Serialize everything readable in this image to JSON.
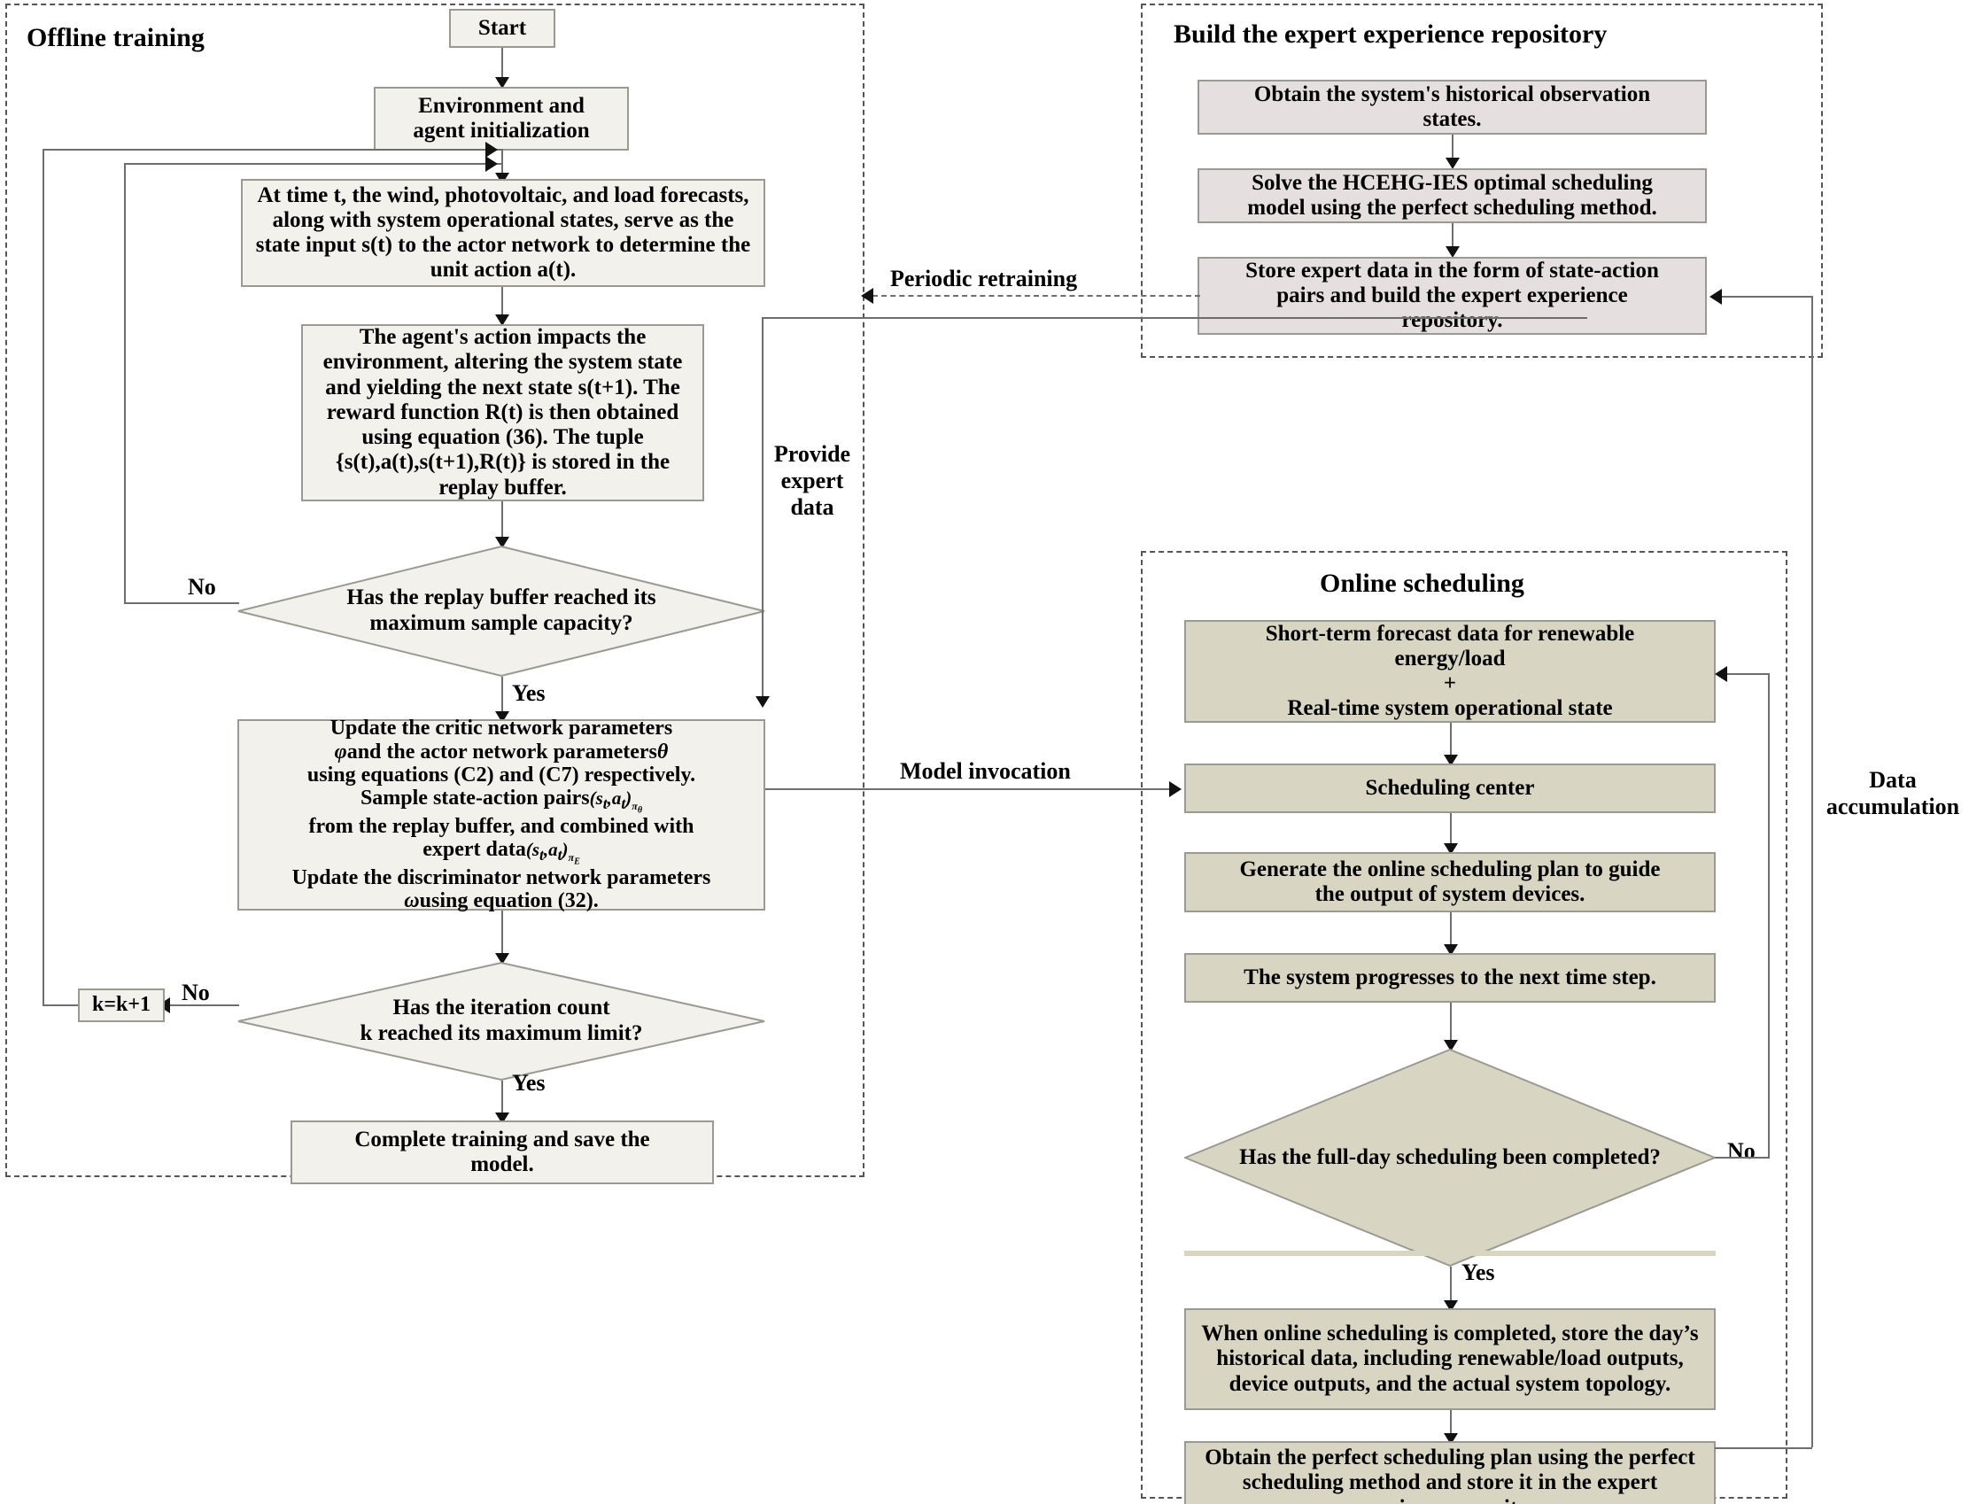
{
  "panels": {
    "offline": {
      "title": "Offline training"
    },
    "expert": {
      "title": "Build the expert experience repository"
    },
    "online": {
      "title": "Online scheduling"
    }
  },
  "offline_nodes": {
    "start": "Start",
    "init": "Environment and\nagent initialization",
    "state_input": "At time t, the wind, photovoltaic, and load forecasts, along with system operational states, serve as the state input s(t) to the actor network to determine the unit action a(t).",
    "agent_action": "The agent's action impacts the environment, altering the system state and yielding the next state s(t+1). The reward function R(t) is then obtained using equation (36). The tuple {s(t),a(t),s(t+1),R(t)} is stored in the replay buffer.",
    "decision_buffer": "Has the replay buffer reached its\nmaximum sample capacity?",
    "update_networks_l1": "Update the critic network parameters",
    "update_networks_l2": "and the actor network parameters",
    "update_networks_l3": "using equations (C2) and (C7) respectively.",
    "update_networks_l4": "Sample state-action pairs",
    "update_networks_l5": "from the replay buffer, and combined with",
    "update_networks_l6": "expert data",
    "update_networks_l7": "Update the discriminator network parameters",
    "update_networks_l8": "using equation (32).",
    "sym_phi": "φ",
    "sym_theta": "θ",
    "sym_omega": "ω",
    "pair_sa": "(s",
    "decision_iteration": "Has the iteration count\nk reached its maximum limit?",
    "k_increment": "k=k+1",
    "complete": "Complete training and save the\nmodel."
  },
  "expert_nodes": {
    "obtain_states": "Obtain the system's historical observation\nstates.",
    "solve_model": "Solve the HCEHG-IES optimal scheduling\nmodel using the perfect scheduling method.",
    "store_expert": "Store expert data in the form of state-action\npairs and build the expert experience\nrepository."
  },
  "online_nodes": {
    "forecast": "Short-term forecast data for renewable\nenergy/load\n+\nReal-time system operational state",
    "scheduling_center": "Scheduling center",
    "generate_plan": "Generate the online scheduling plan to guide\nthe output of system devices.",
    "next_step": "The system progresses to the next time step.",
    "decision_fullday": "Has the full-day scheduling been completed?",
    "store_day_data": "When online scheduling is completed, store the day’s historical data, including renewable/load outputs, device outputs, and the actual system topology.",
    "obtain_perfect_plan": "Obtain the perfect scheduling plan using the perfect scheduling method and store it in the expert experience repository."
  },
  "edge_labels": {
    "no_buffer": "No",
    "yes_buffer": "Yes",
    "no_iteration": "No",
    "yes_iteration": "Yes",
    "no_fullday": "No",
    "yes_fullday": "Yes",
    "periodic_retraining": "Periodic retraining",
    "provide_expert_data": "Provide\nexpert\ndata",
    "model_invocation": "Model invocation",
    "data_accumulation": "Data\naccumulation"
  },
  "colors": {
    "node_light": "#f2f1ec",
    "node_pinkish": "#e6dfdf",
    "node_khaki": "#d9d5c3",
    "border": "#9a9a93",
    "line": "#6e6e6e",
    "text": "#000000"
  }
}
